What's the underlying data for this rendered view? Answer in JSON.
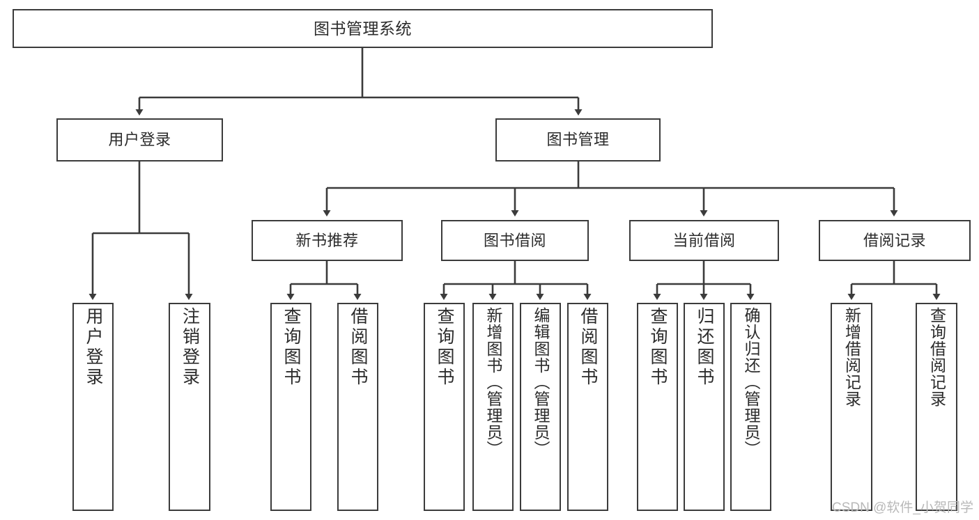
{
  "diagram": {
    "type": "tree-hierarchy-chart",
    "title": "图书管理系统",
    "stroke_color": "#3b3b3b",
    "text_color": "#2b2b2b",
    "background_color": "#ffffff"
  },
  "root": {
    "label": "图书管理系统"
  },
  "level2": [
    {
      "label": "用户登录"
    },
    {
      "label": "图书管理"
    }
  ],
  "level3": [
    {
      "label": "新书推荐"
    },
    {
      "label": "图书借阅"
    },
    {
      "label": "当前借阅"
    },
    {
      "label": "借阅记录"
    }
  ],
  "leaves": {
    "user_login": [
      {
        "label": "用户登录"
      },
      {
        "label": "注销登录"
      }
    ],
    "new_book": [
      {
        "label": "查询图书"
      },
      {
        "label": "借阅图书"
      }
    ],
    "book_borrow": [
      {
        "label": "查询图书"
      },
      {
        "label": "新增图书（管理员）"
      },
      {
        "label": "编辑图书（管理员）"
      },
      {
        "label": "借阅图书"
      }
    ],
    "current_borrow": [
      {
        "label": "查询图书"
      },
      {
        "label": "归还图书"
      },
      {
        "label": "确认归还（管理员）"
      }
    ],
    "borrow_record": [
      {
        "label": "新增借阅记录"
      },
      {
        "label": "查询借阅记录"
      }
    ]
  },
  "watermark": {
    "text": "CSDN @软件_小贺同学"
  }
}
